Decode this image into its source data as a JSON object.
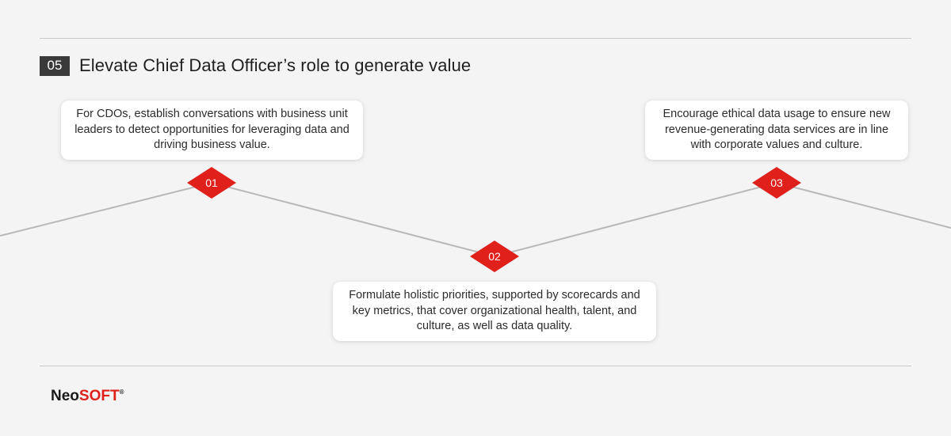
{
  "header": {
    "section_number": "05",
    "title": "Elevate Chief Data Officer’s role to generate value"
  },
  "steps": [
    {
      "number": "01",
      "text": "For CDOs, establish conversations with business unit leaders to detect opportunities for leveraging data and driving business value."
    },
    {
      "number": "02",
      "text": "Formulate holistic priorities, supported by scorecards and key metrics, that cover organizational health, talent, and culture, as well as data quality."
    },
    {
      "number": "03",
      "text": "Encourage ethical data usage to ensure new revenue-generating data services are in line with corporate values and culture."
    }
  ],
  "logo": {
    "part1": "Neo",
    "part2": "SOFT",
    "mark": "®"
  },
  "colors": {
    "accent": "#e0201b",
    "dark": "#3a3a3a",
    "line": "#b8b8b8",
    "background": "#f4f4f4"
  }
}
